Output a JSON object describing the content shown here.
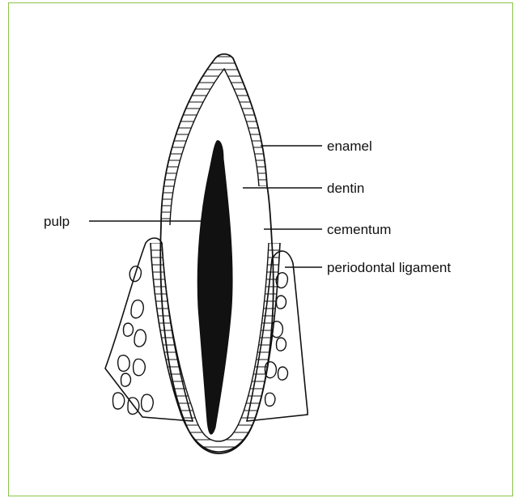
{
  "diagram": {
    "labels": {
      "enamel": "enamel",
      "dentin": "dentin",
      "cementum": "cementum",
      "pulp": "pulp",
      "periodontal_ligament": "periodontal ligament"
    },
    "colors": {
      "frame_border": "#8bc34a",
      "ink": "#111111",
      "background": "#ffffff"
    }
  }
}
